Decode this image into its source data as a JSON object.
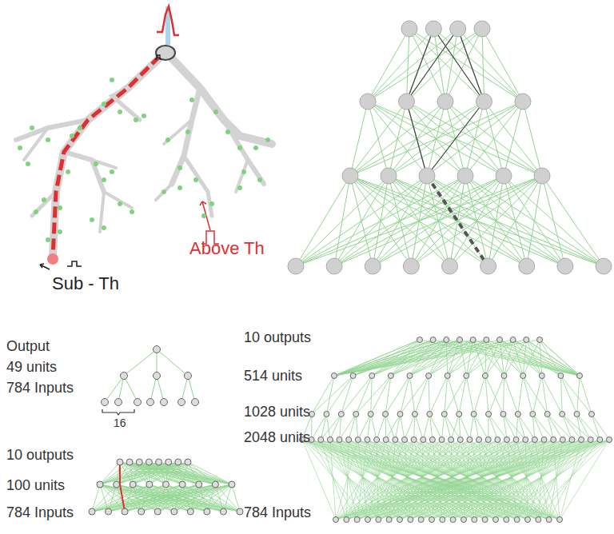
{
  "diagram": {
    "labels": [
      "Sub - Th",
      "Above Th",
      "Output",
      "49 units",
      "784 Inputs",
      "16",
      "10 outputs",
      "100 units",
      "784 Inputs",
      "10 outputs",
      "514 units",
      "1028 units",
      "2048 units",
      "784 Inputs"
    ]
  }
}
